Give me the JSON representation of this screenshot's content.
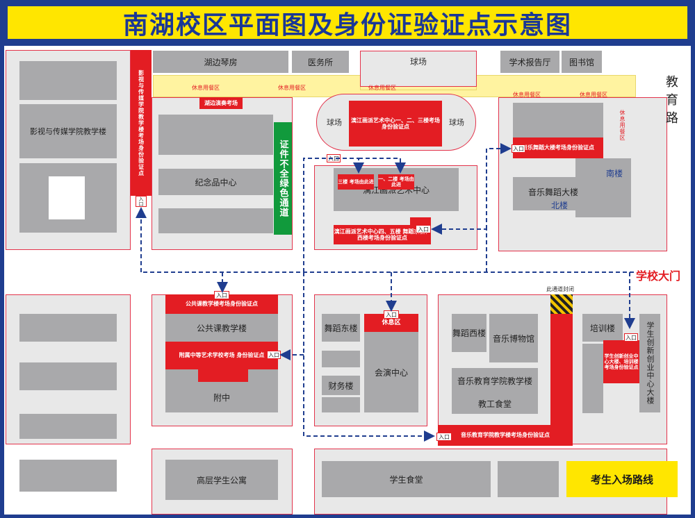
{
  "title": "南湖校区平面图及身份证验证点示意图",
  "road_east": "教育路",
  "school_gate": "学校大门",
  "closed_passage": "此通道封闭",
  "green_lane": "证件不全绿色通道",
  "legend_label": "考生入场路线",
  "entrance": "入口",
  "rest_area": "休息用餐区",
  "lounge": "休息区",
  "buildings": {
    "hubian_qinfang": "湖边琴房",
    "clinic": "医务所",
    "field": "球场",
    "lecture_hall": "学术报告厅",
    "library": "图书馆",
    "film_school": "影视与传媒学院教学楼",
    "souvenir": "纪念品中心",
    "lijiang_art": "漓江画派艺术中心",
    "music_dance": "音乐舞蹈大楼",
    "south_bldg": "南楼",
    "north_bldg": "北楼",
    "public_course": "公共课教学楼",
    "affiliated": "附中",
    "dance_east": "舞蹈东楼",
    "finance": "财务楼",
    "concert_hall": "会演中心",
    "dance_west": "舞蹈西楼",
    "music_museum": "音乐博物馆",
    "music_edu": "音乐教育学院教学楼",
    "staff_canteen": "教工食堂",
    "training": "培训楼",
    "innovation": "学生创新创业中心大楼",
    "dorm": "高层学生公寓",
    "student_canteen": "学生食堂"
  },
  "checkpoints": {
    "film": "影视与传媒学院教学楼考场身份验证点",
    "lakeside_exam": "湖边演奏考场",
    "lijiang_123": "漓江画派艺术中心一、二、三楼考场身份验证点",
    "floor3": "三楼 考场由此进",
    "floor12": "一、二楼 考场由此进",
    "lijiang_45": "漓江画派艺术中心四、五楼 舞蹈东楼、西楼考场身份验证点",
    "music_dance": "音乐舞蹈大楼考场身份验证点",
    "public_course": "公共课教学楼考场身份验证点",
    "affiliated": "附属中等艺术学校考场 身份验证点",
    "music_edu": "音乐教育学院教学楼考场身份验证点",
    "innovation": "学生创新创业中心大楼、培训楼 考场身份验证点"
  },
  "colors": {
    "red": "#e31d23",
    "yellow": "#fff3a0",
    "navy": "#1f3d8f",
    "green": "#119a3c",
    "gray": "#a9a9ab"
  }
}
